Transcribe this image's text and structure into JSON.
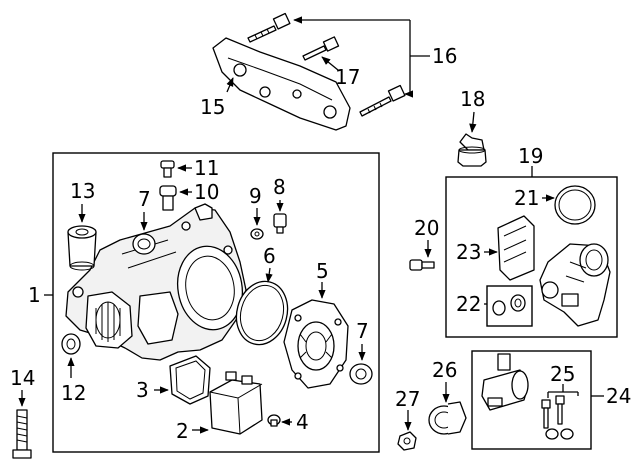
{
  "diagram": {
    "type": "exploded parts diagram",
    "callouts": [
      {
        "id": "c1",
        "label": "1"
      },
      {
        "id": "c2",
        "label": "2"
      },
      {
        "id": "c3",
        "label": "3"
      },
      {
        "id": "c4",
        "label": "4"
      },
      {
        "id": "c5",
        "label": "5"
      },
      {
        "id": "c6",
        "label": "6"
      },
      {
        "id": "c7a",
        "label": "7"
      },
      {
        "id": "c7b",
        "label": "7"
      },
      {
        "id": "c8",
        "label": "8"
      },
      {
        "id": "c9",
        "label": "9"
      },
      {
        "id": "c10",
        "label": "10"
      },
      {
        "id": "c11",
        "label": "11"
      },
      {
        "id": "c12",
        "label": "12"
      },
      {
        "id": "c13",
        "label": "13"
      },
      {
        "id": "c14",
        "label": "14"
      },
      {
        "id": "c15",
        "label": "15"
      },
      {
        "id": "c16",
        "label": "16"
      },
      {
        "id": "c17",
        "label": "17"
      },
      {
        "id": "c18",
        "label": "18"
      },
      {
        "id": "c19",
        "label": "19"
      },
      {
        "id": "c20",
        "label": "20"
      },
      {
        "id": "c21",
        "label": "21"
      },
      {
        "id": "c22",
        "label": "22"
      },
      {
        "id": "c23",
        "label": "23"
      },
      {
        "id": "c24",
        "label": "24"
      },
      {
        "id": "c25",
        "label": "25"
      },
      {
        "id": "c26",
        "label": "26"
      },
      {
        "id": "c27",
        "label": "27"
      }
    ]
  }
}
